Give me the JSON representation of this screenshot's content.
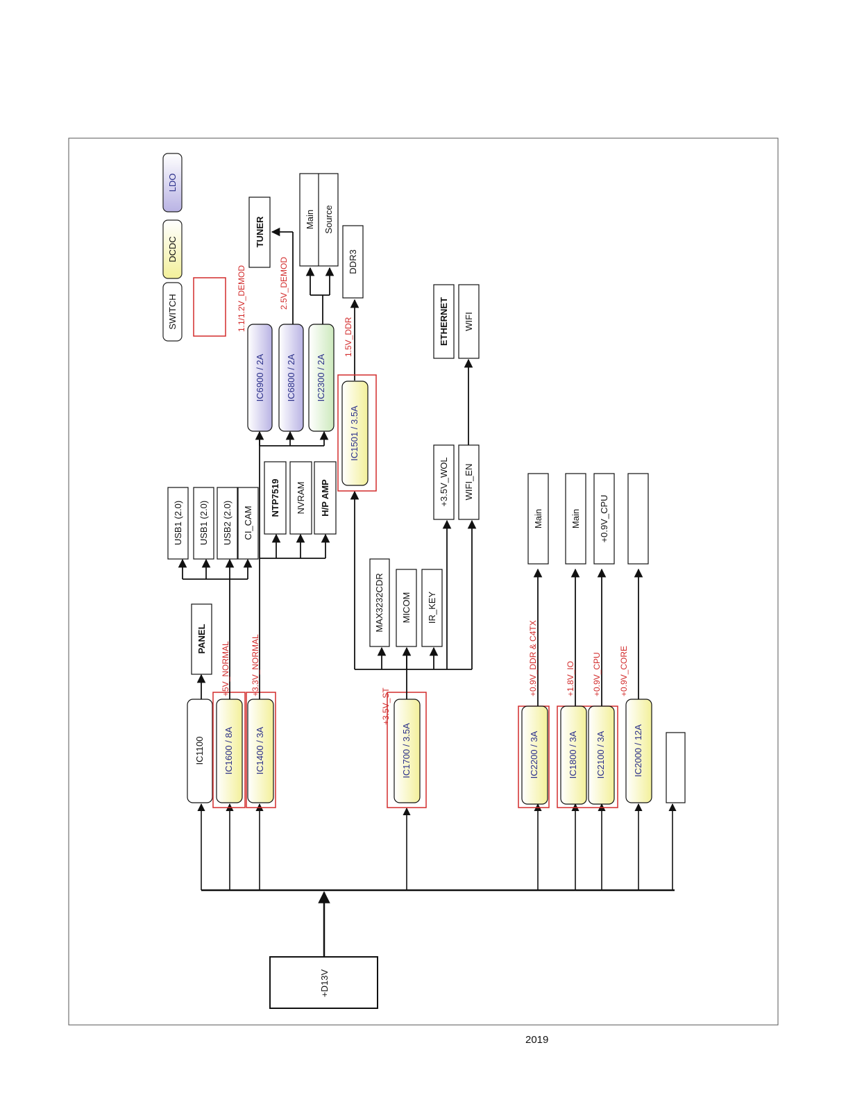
{
  "colors": {
    "ldo": "#cfcbea",
    "dcdc": "#f8f6b8",
    "green": "#dcefcf",
    "red": "#d22b2b",
    "line": "#111111"
  },
  "legend": {
    "ldo": "LDO",
    "dcdc": "DCDC",
    "switch": "SWITCH"
  },
  "source": {
    "label": "+D13V"
  },
  "regulators": {
    "ic1100": "IC1100",
    "ic1600": "IC1600 / 8A",
    "ic1400": "IC1400 / 3A",
    "ic1700": "IC1700 / 3.5A",
    "ic2200": "IC2200 / 3A",
    "ic1800": "IC1800 / 3A",
    "ic2100": "IC2100 / 3A",
    "ic2000": "IC2000 / 12A",
    "ic6900": "IC6900 / 2A",
    "ic6800": "IC6800 / 2A",
    "ic2300": "IC2300 / 2A",
    "ic1501": "IC1501 / 3.5A"
  },
  "rails": {
    "v5_normal": "+5V_NORMAL",
    "v33_normal": "+3.3V_NORMAL",
    "v35_st": "+3.5V_ST",
    "v09_ddr_c4tx": "+0.9V_DDR & C4TX",
    "v18_io": "+1.8V_IO",
    "v09_cpu": "+0.9V_CPU",
    "v09_core": "+0.9V_CORE",
    "v11_12_demod": "1.1/1.2V_DEMOD",
    "v25_demod": "2.5V_DEMOD",
    "v15_ddr": "1.5V_DDR"
  },
  "loads": {
    "panel": "PANEL",
    "usb1_a": "USB1 (2.0)",
    "usb1_b": "USB1 (2.0)",
    "usb2": "USB2 (2.0)",
    "ci_cam": "CI_CAM",
    "ntp7519": "NTP7519",
    "nvram": "NVRAM",
    "hp_amp": "H/P AMP",
    "max3232": "MAX3232CDR",
    "micom": "MICOM",
    "ir_key": "IR_KEY",
    "v35_wol": "+3.5V_WOL",
    "wifi_en": "WIFI_EN",
    "ethernet": "ETHERNET",
    "wifi": "WIFI",
    "tuner": "TUNER",
    "main_top": "Main",
    "source_top": "Source",
    "ddr3": "DDR3",
    "main_1": "Main",
    "main_2": "Main",
    "cpu_rail": "+0.9V_CPU"
  },
  "footer": {
    "year": "2019"
  }
}
